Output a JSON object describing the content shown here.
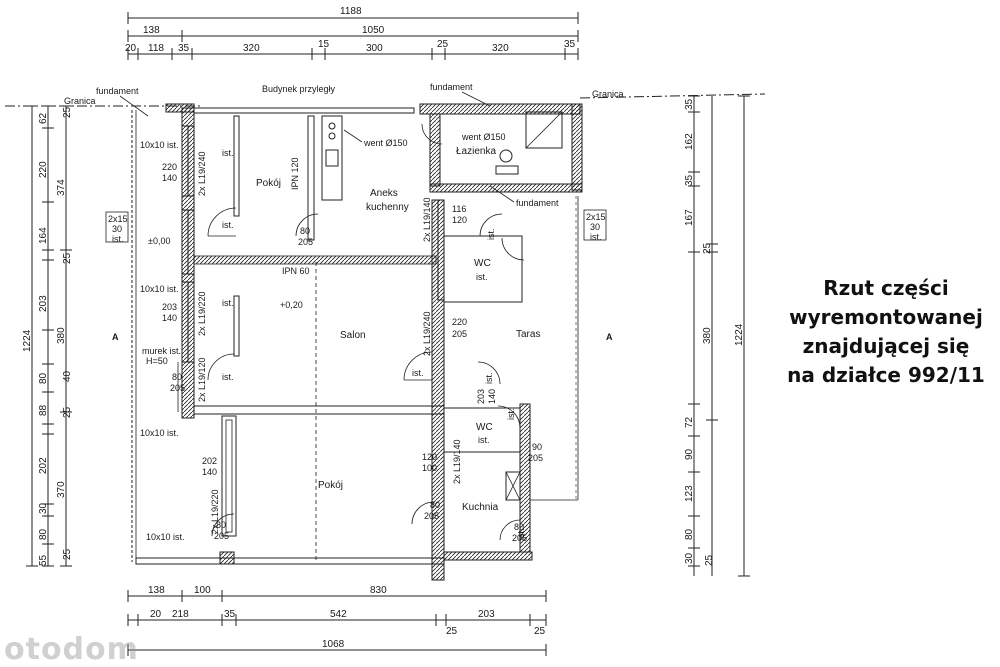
{
  "caption": {
    "line1": "Rzut części",
    "line2": "wyremontowanej",
    "line3": "znajdującej się",
    "line4": "na działce 992/11"
  },
  "watermark": "otodom",
  "plan": {
    "rooms": {
      "pokoj_1": "Pokój",
      "aneks": [
        "Aneks",
        "kuchenny"
      ],
      "salon": "Salon",
      "taras": "Taras",
      "pokoj_2": "Pokój",
      "kuchnia": "Kuchnia",
      "lazienka": "Łazienka",
      "wc_1": [
        "WC",
        "ist."
      ],
      "wc_2": [
        "WC",
        "ist."
      ]
    },
    "neighbor": "Budynek przyległy",
    "boundary": "Granica",
    "foundation": "fundament",
    "vents": [
      "went Ø150",
      "went Ø150"
    ],
    "section_marks": [
      "A",
      "A"
    ],
    "levels": [
      "±0,00",
      "+0,20"
    ],
    "lintels": [
      "2x L19/240",
      "2x L19/220",
      "2x L19/120",
      "2x L19/220",
      "2x L19/140",
      "2x L19/240",
      "2x L19/140"
    ],
    "beams": [
      "IPN 120",
      "IPN 60"
    ],
    "wall_notes": [
      "murek ist.",
      "H=50"
    ],
    "openings": [
      "220",
      "140",
      "203",
      "140",
      "80",
      "205",
      "202",
      "140",
      "80",
      "205",
      "80",
      "205",
      "116",
      "120",
      "220",
      "205",
      "203",
      "140",
      "120",
      "100",
      "90",
      "205",
      "80",
      "205",
      "80",
      "205"
    ],
    "posts": [
      "10x10 ist.",
      "10x10 ist.",
      "10x10 ist.",
      "10x10 ist."
    ],
    "side_marks": [
      "2x15",
      "30",
      "ist.",
      "2x15",
      "30",
      "ist."
    ],
    "ist_marks": [
      "ist.",
      "ist.",
      "ist.",
      "ist.",
      "ist.",
      "ist.",
      "ist.",
      "ist.",
      "ist."
    ],
    "dims_top": {
      "row1": [
        "1188"
      ],
      "row2": [
        "138",
        "1050"
      ],
      "row3": [
        "20",
        "118",
        "35",
        "320",
        "15",
        "300",
        "25",
        "320",
        "35"
      ]
    },
    "dims_bottom": {
      "row1": [
        "138",
        "100",
        "830"
      ],
      "row2": [
        "20",
        "218",
        "35",
        "542",
        "25",
        "203",
        "25"
      ],
      "row3": [
        "1068"
      ]
    },
    "dims_left": {
      "outer": [
        "1224"
      ],
      "mid": [
        "374",
        "380",
        "370"
      ],
      "inner": [
        "62",
        "25",
        "220",
        "164",
        "25",
        "203",
        "40",
        "80",
        "88",
        "25",
        "202",
        "30",
        "80",
        "55",
        "25"
      ]
    },
    "dims_right": {
      "outer": [
        "1224"
      ],
      "mid": [
        "25",
        "380"
      ],
      "inner": [
        "35",
        "162",
        "35",
        "167",
        "72",
        "90",
        "123",
        "80",
        "30",
        "25"
      ]
    }
  }
}
